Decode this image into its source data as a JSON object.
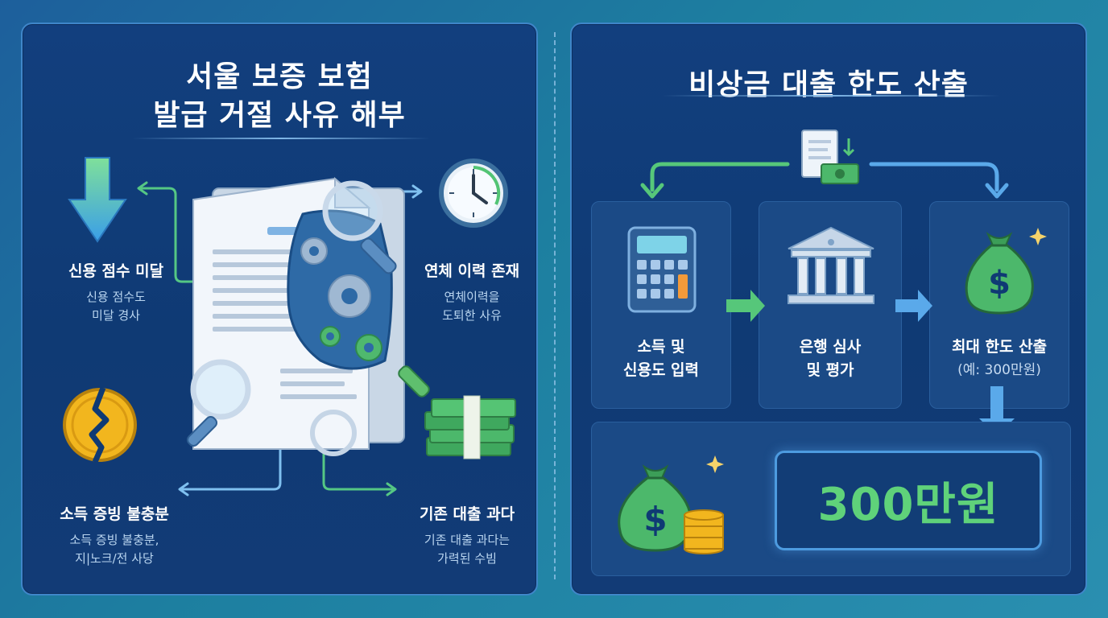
{
  "left": {
    "title_line1": "서울 보증 보험",
    "title_line2": "발급 거절 사유 해부",
    "reasons": [
      {
        "title": "신용 점수 미달",
        "desc": [
          "신용 점수도",
          "미달 경사"
        ],
        "icon": "down-arrow-icon"
      },
      {
        "title": "연체 이력 존재",
        "desc": [
          "연체이력을",
          "도퇴한 사유"
        ],
        "icon": "clock-icon"
      },
      {
        "title": "소득 증빙 불충분",
        "desc": [
          "소득 증빙 불충분,",
          "지|노크/전 사당"
        ],
        "icon": "broken-coin-icon"
      },
      {
        "title": "기존 대출 과다",
        "desc": [
          "기존 대출 과다는",
          "가력된 수빔"
        ],
        "icon": "cash-stack-icon"
      }
    ]
  },
  "right": {
    "title": "비상금 대출 한도 산출",
    "steps": [
      {
        "lines": [
          "소득 및",
          "신용도 입력"
        ],
        "icon": "calculator-icon"
      },
      {
        "lines": [
          "은행 심사",
          "및 평가"
        ],
        "icon": "bank-icon"
      },
      {
        "lines": [
          "최대 한도 산출",
          "(예: 300만원)"
        ],
        "icon": "money-bag-icon"
      }
    ],
    "result": "300만원"
  },
  "colors": {
    "accent_green": "#5fd27a",
    "accent_blue": "#4d9be0",
    "panel_bg": "#123f7e"
  }
}
